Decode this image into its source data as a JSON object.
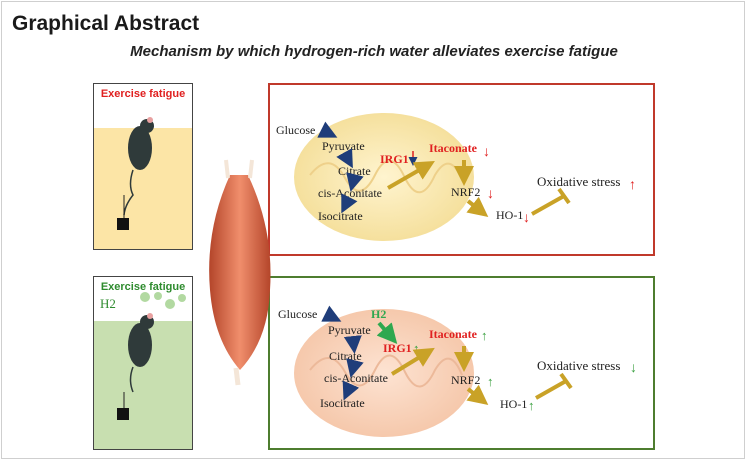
{
  "header": {
    "title": "Graphical Abstract",
    "subtitle": "Mechanism by which hydrogen-rich water alleviates exercise fatigue"
  },
  "panels": {
    "top_mouse": {
      "label": "Exercise fatigue",
      "label_color": "#e02020"
    },
    "bottom_mouse": {
      "label": "Exercise fatigue",
      "label_color": "#2e8b2e",
      "gas": "H2"
    }
  },
  "pathway": {
    "metabolites": [
      "Glucose",
      "Pyruvate",
      "Citrate",
      "cis-Aconitate",
      "Isocitrate"
    ],
    "enzyme": "IRG1",
    "product": "Itaconate",
    "nrf2": "NRF2",
    "ho1": "HO-1",
    "stress": "Oxidative stress",
    "h2": "H2"
  },
  "colors": {
    "red_border": "#c0392b",
    "green_border": "#4e7d2f",
    "arrow_gold": "#c9a227",
    "arrow_navy": "#1f3d7a",
    "up_red": "#e02020",
    "up_green": "#3aa040",
    "down_red": "#e02020",
    "down_green": "#3aa040"
  },
  "icons": [
    "mouse-icon",
    "muscle-icon",
    "mitochondrion-icon",
    "hydrogen-bubble-icon",
    "weight-icon"
  ]
}
